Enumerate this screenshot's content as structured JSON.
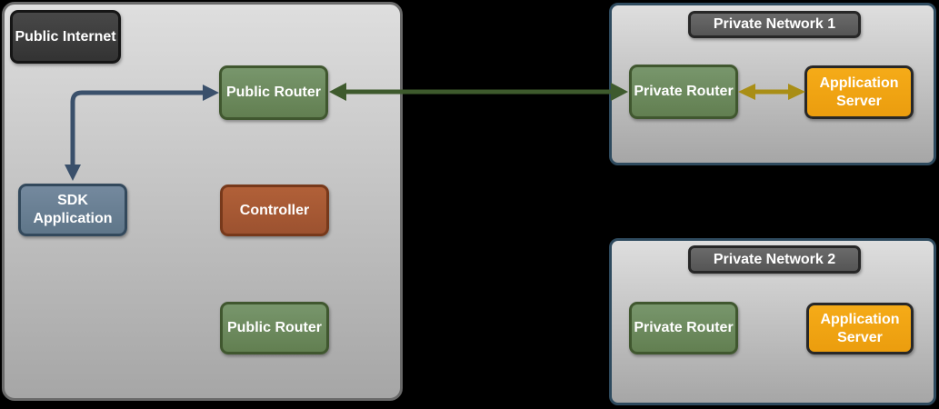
{
  "diagram": {
    "public_internet": {
      "title": "Public Internet",
      "nodes": {
        "public_router_top": "Public Router",
        "sdk_application": "SDK Application",
        "controller": "Controller",
        "public_router_bottom": "Public Router"
      }
    },
    "private_network_1": {
      "title": "Private Network 1",
      "nodes": {
        "private_router": "Private Router",
        "application_server": "Application Server"
      }
    },
    "private_network_2": {
      "title": "Private Network 2",
      "nodes": {
        "private_router": "Private Router",
        "application_server": "Application Server"
      }
    },
    "connections": [
      {
        "id": "sdk-application-to-public-router",
        "from": "SDK Application",
        "to": "Public Router",
        "style": "elbow",
        "bidirectional": true,
        "color": "#3a506b"
      },
      {
        "id": "public-router-to-private-router-1",
        "from": "Public Router",
        "to": "Private Router (Private Network 1)",
        "style": "straight",
        "bidirectional": true,
        "color": "#3e5a2d"
      },
      {
        "id": "private-router-1-to-application-server-1",
        "from": "Private Router (Private Network 1)",
        "to": "Application Server (Private Network 1)",
        "style": "straight",
        "bidirectional": true,
        "color": "#a98e16"
      }
    ],
    "colors": {
      "canvas_background": "#000000",
      "network_fill_top": "#dedede",
      "network_fill_bottom": "#a6a6a6",
      "public_network_border": "#6a6a6a",
      "private_network_border": "#2e4a5e",
      "router_green": "#6f8e63",
      "router_green_border": "#40572f",
      "sdk_application_blue": "#6d8398",
      "sdk_application_border": "#33495c",
      "controller_rust": "#a95b36",
      "controller_rust_border": "#77391b",
      "application_server_orange": "#f2a413",
      "application_server_border": "#282828",
      "public_internet_label_fill": "#3d3d3d",
      "private_network_title_fill": "#606060"
    }
  }
}
